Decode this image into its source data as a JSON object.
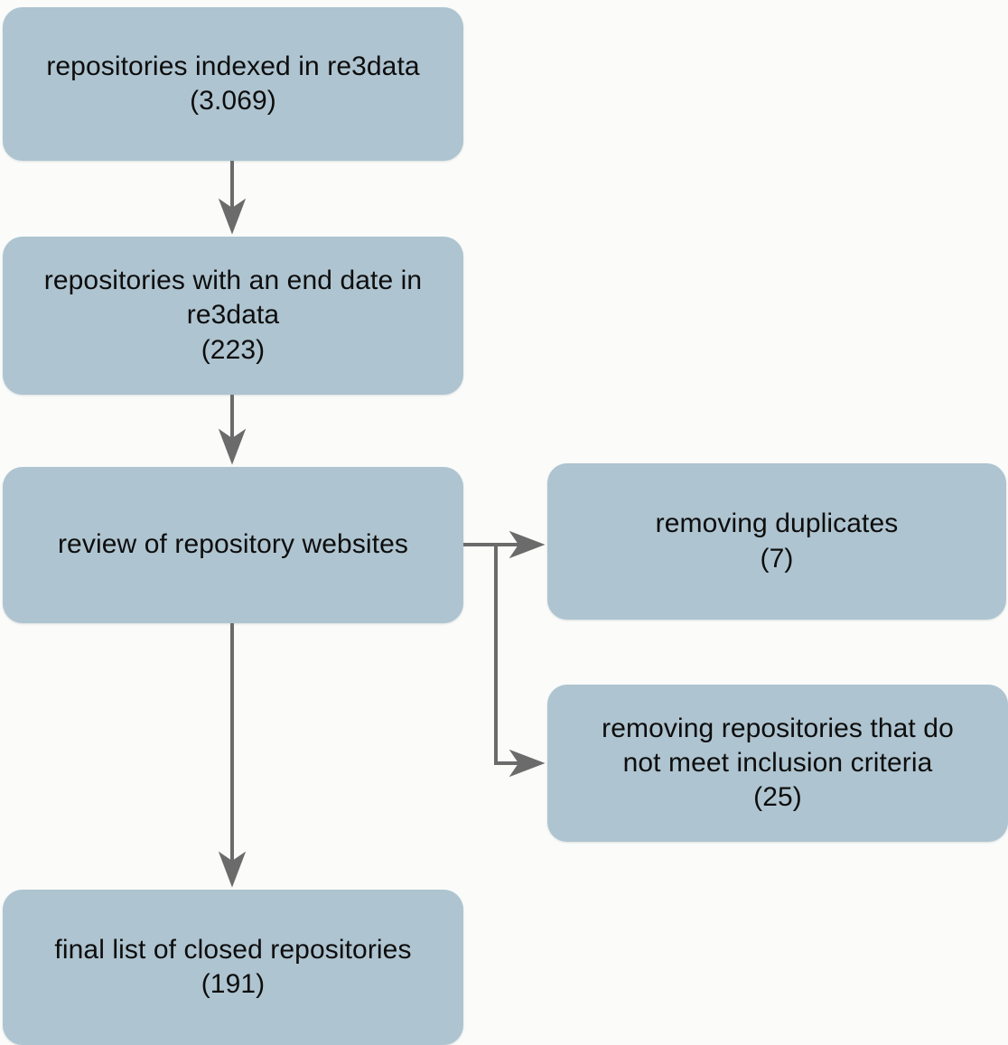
{
  "diagram": {
    "type": "flowchart",
    "title": "Repository selection flowchart",
    "orientation": "top-to-bottom with side branches",
    "background_color": "#fbfcfa",
    "node_fill_color": "#aec4d0",
    "node_text_color": "#0d0d0d",
    "connector_color": "#6b6b6b"
  },
  "nodes": {
    "indexed": {
      "text": "repositories indexed in re3data\n(3.069)",
      "label": "repositories indexed in re3data",
      "count": "(3.069)"
    },
    "end_date": {
      "text": "repositories with an end date in\nre3data\n(223)",
      "label": "repositories with an end date in re3data",
      "count": "(223)"
    },
    "review": {
      "text": "review of repository websites",
      "label": "review of repository websites",
      "count": ""
    },
    "duplicates": {
      "text": "removing duplicates\n(7)",
      "label": "removing duplicates",
      "count": "(7)"
    },
    "criteria": {
      "text": "removing repositories that do\nnot meet inclusion criteria\n(25)",
      "label": "removing repositories that do not meet inclusion criteria",
      "count": "(25)"
    },
    "final": {
      "text": "final list of closed repositories\n(191)",
      "label": "final list of closed repositories",
      "count": "(191)"
    }
  },
  "edges": [
    {
      "name": "indexed-to-end-date",
      "from": "indexed",
      "to": "end_date",
      "direction": "down"
    },
    {
      "name": "end-date-to-review",
      "from": "end_date",
      "to": "review",
      "direction": "down"
    },
    {
      "name": "review-to-duplicates",
      "from": "review",
      "to": "duplicates",
      "direction": "right"
    },
    {
      "name": "review-to-criteria",
      "from": "review",
      "to": "criteria",
      "direction": "right-down"
    },
    {
      "name": "review-to-final",
      "from": "review",
      "to": "final",
      "direction": "down"
    }
  ]
}
